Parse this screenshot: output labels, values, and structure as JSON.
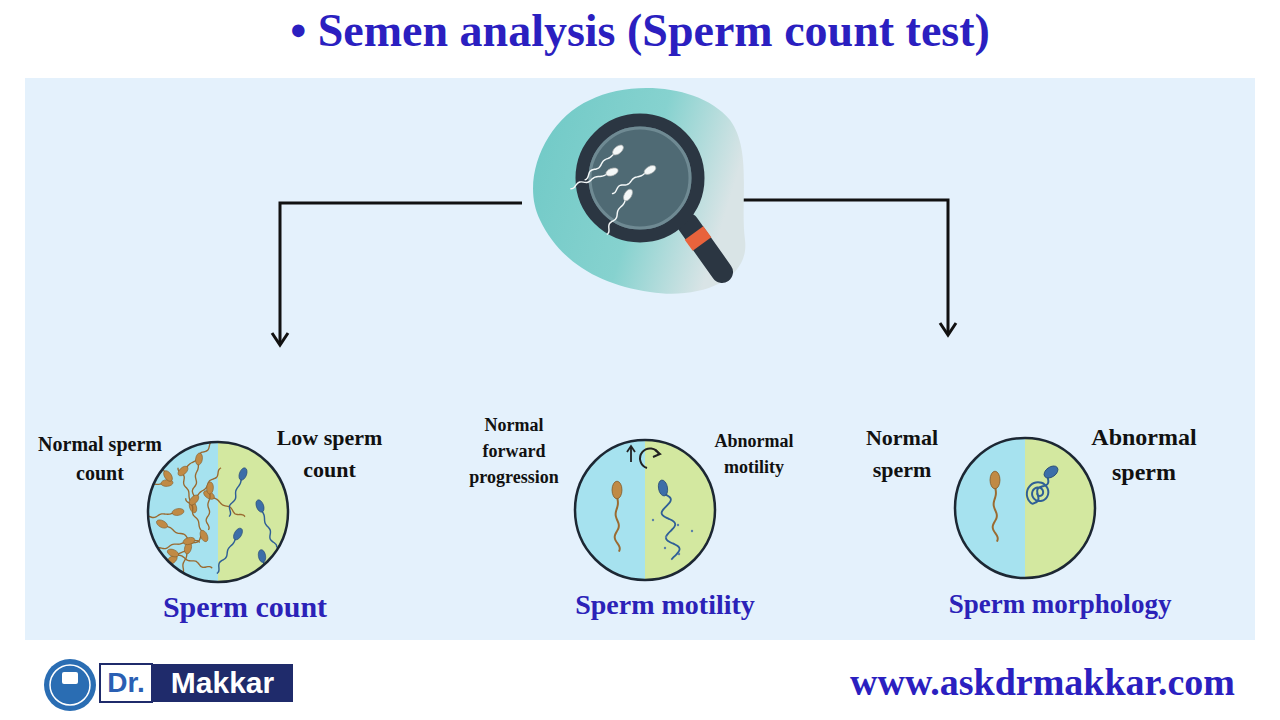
{
  "diagram": {
    "title": "• Semen analysis (Sperm count test)",
    "nodes": [
      {
        "text": [
          "Normal sperm count",
          "Low sperm count",
          "Sperm count"
        ]
      },
      {
        "text": [
          "Normal forward progression",
          "Abnormal motility",
          "Sperm motility"
        ]
      },
      {
        "text": [
          "Normal sperm",
          "Abnormal sperm",
          "Sperm morphology"
        ]
      }
    ],
    "labels": [
      "Dr.",
      "Makkar",
      "www.askdrmakkar.com"
    ]
  }
}
